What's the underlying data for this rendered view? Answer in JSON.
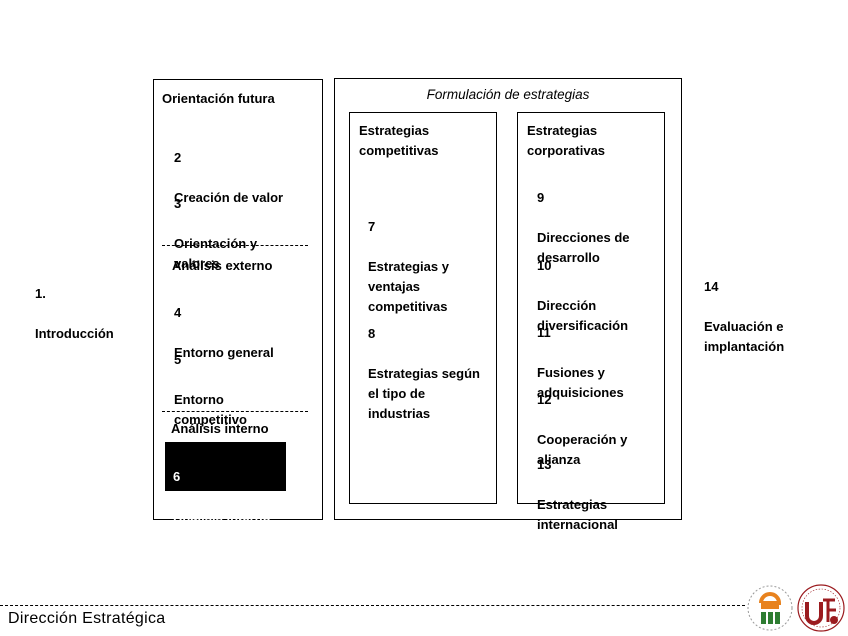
{
  "left_label": {
    "number": "1.",
    "text": "Introducción"
  },
  "right_label": {
    "number": "14",
    "text": "Evaluación e\nimplantación"
  },
  "analysis_column": {
    "orientation_header": "Orientación futura",
    "orientation_items": [
      {
        "number": "2",
        "text": "Creación de valor"
      },
      {
        "number": "3",
        "text": "Orientación y\nvalores"
      }
    ],
    "external_header": "Análisis externo",
    "external_items": [
      {
        "number": "4",
        "text": "Entorno general"
      },
      {
        "number": "5",
        "text": "Entorno\ncompetitivo"
      }
    ],
    "internal_header": "Análisis interno",
    "internal_item": {
      "number": "6",
      "text": "Análisis interno"
    }
  },
  "formulation": {
    "title": "Formulación de estrategias",
    "competitive": {
      "header": "Estrategias\ncompetitivas",
      "items": [
        {
          "number": "7",
          "text": "Estrategias y\nventajas\ncompetitivas"
        },
        {
          "number": "8",
          "text": "Estrategias según\nel tipo de\nindustrias"
        }
      ]
    },
    "corporate": {
      "header": "Estrategias\ncorporativas",
      "items": [
        {
          "number": "9",
          "text": "Direcciones de\ndesarrollo"
        },
        {
          "number": "10",
          "text": "Dirección\ndiversificación"
        },
        {
          "number": "11",
          "text": "Fusiones y\nadquisiciones"
        },
        {
          "number": "12",
          "text": "Cooperación y\nalianza"
        },
        {
          "number": "13",
          "text": "Estrategias\ninternacional"
        }
      ]
    }
  },
  "footer": {
    "title": "Dirección Estratégica"
  },
  "logos": {
    "left": "em-logo",
    "right": "university-seal-logo"
  },
  "colors": {
    "line": "#000000",
    "seal_red": "#9b1b1f",
    "em_orange": "#e8821e",
    "em_green": "#2e7d32"
  }
}
